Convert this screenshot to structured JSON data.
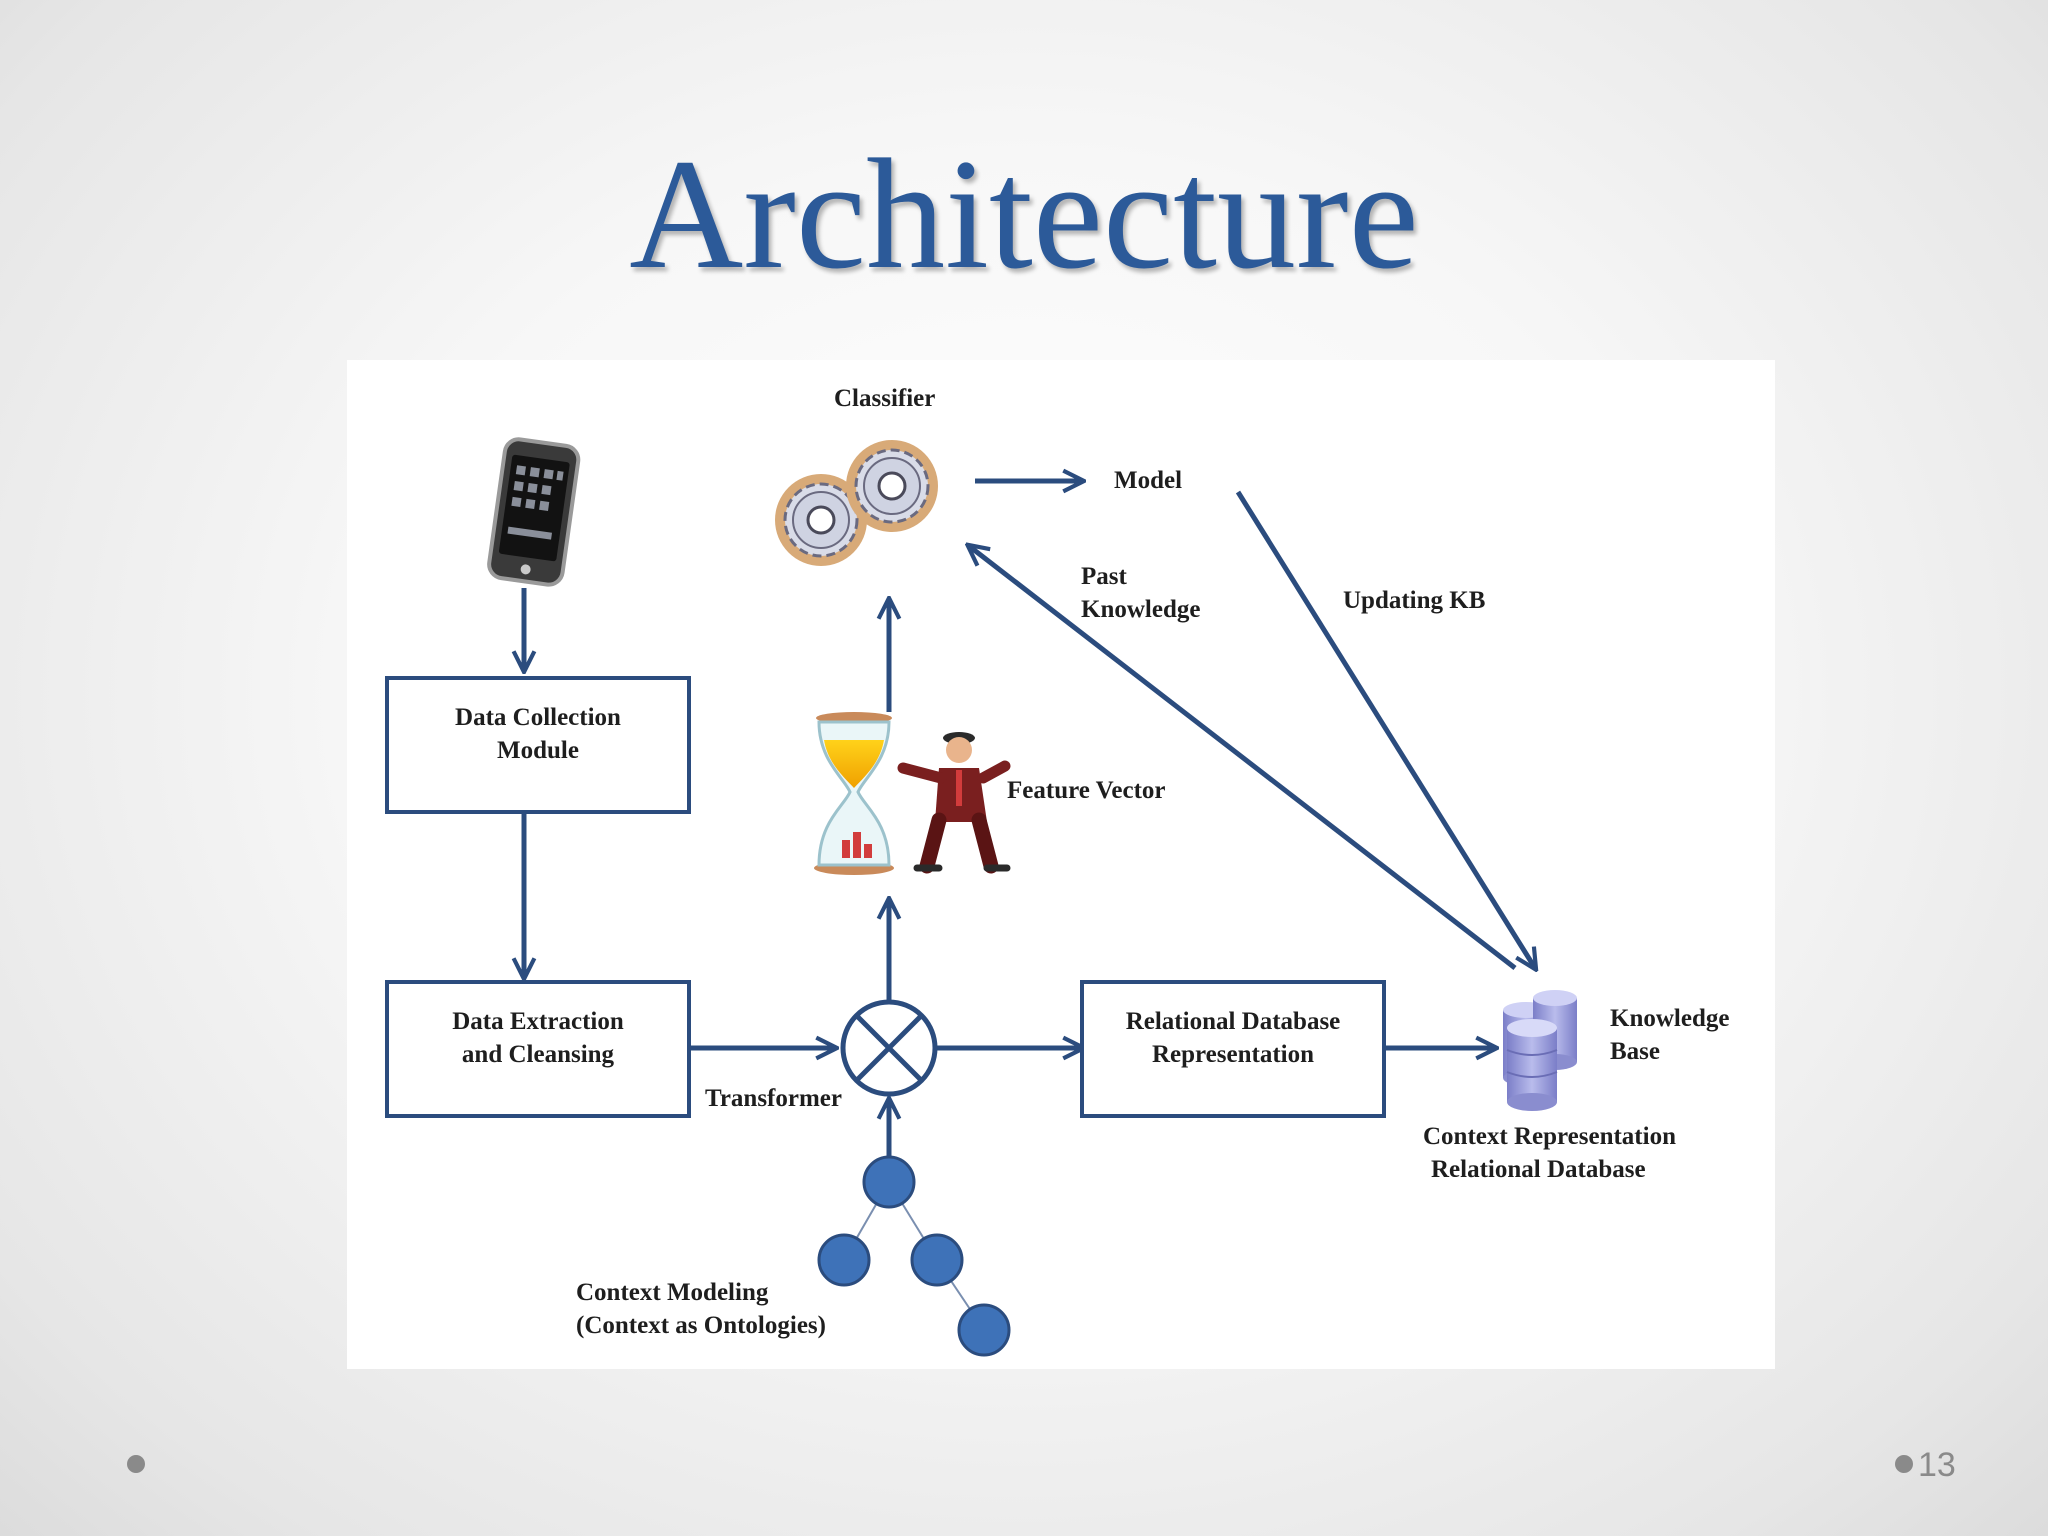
{
  "slide": {
    "title": "Architecture",
    "page_number": "13"
  },
  "diagram": {
    "nodes": {
      "classifier": "Classifier",
      "model": "Model",
      "data_collection": [
        "Data Collection",
        "Module"
      ],
      "data_extraction": [
        "Data Extraction",
        "and Cleansing"
      ],
      "feature_vector": "Feature Vector",
      "transformer": "Transformer",
      "relational_db": [
        "Relational Database",
        "Representation"
      ],
      "knowledge_base": [
        "Knowledge",
        "Base"
      ],
      "context_repr": [
        "Context Representation",
        "Relational Database"
      ],
      "context_modeling": [
        "Context Modeling",
        "(Context as Ontologies)"
      ]
    },
    "edges": {
      "past_knowledge": [
        "Past",
        "Knowledge"
      ],
      "updating_kb": "Updating KB"
    },
    "icons": [
      "smartphone-icon",
      "gears-icon",
      "hourglass-icon",
      "businessman-icon",
      "database-icon",
      "ontology-tree-icon",
      "transformer-circle-icon"
    ],
    "colors": {
      "title": "#2c5a99",
      "stroke": "#2b4c7e",
      "node_fill": "#3e72b8"
    }
  }
}
